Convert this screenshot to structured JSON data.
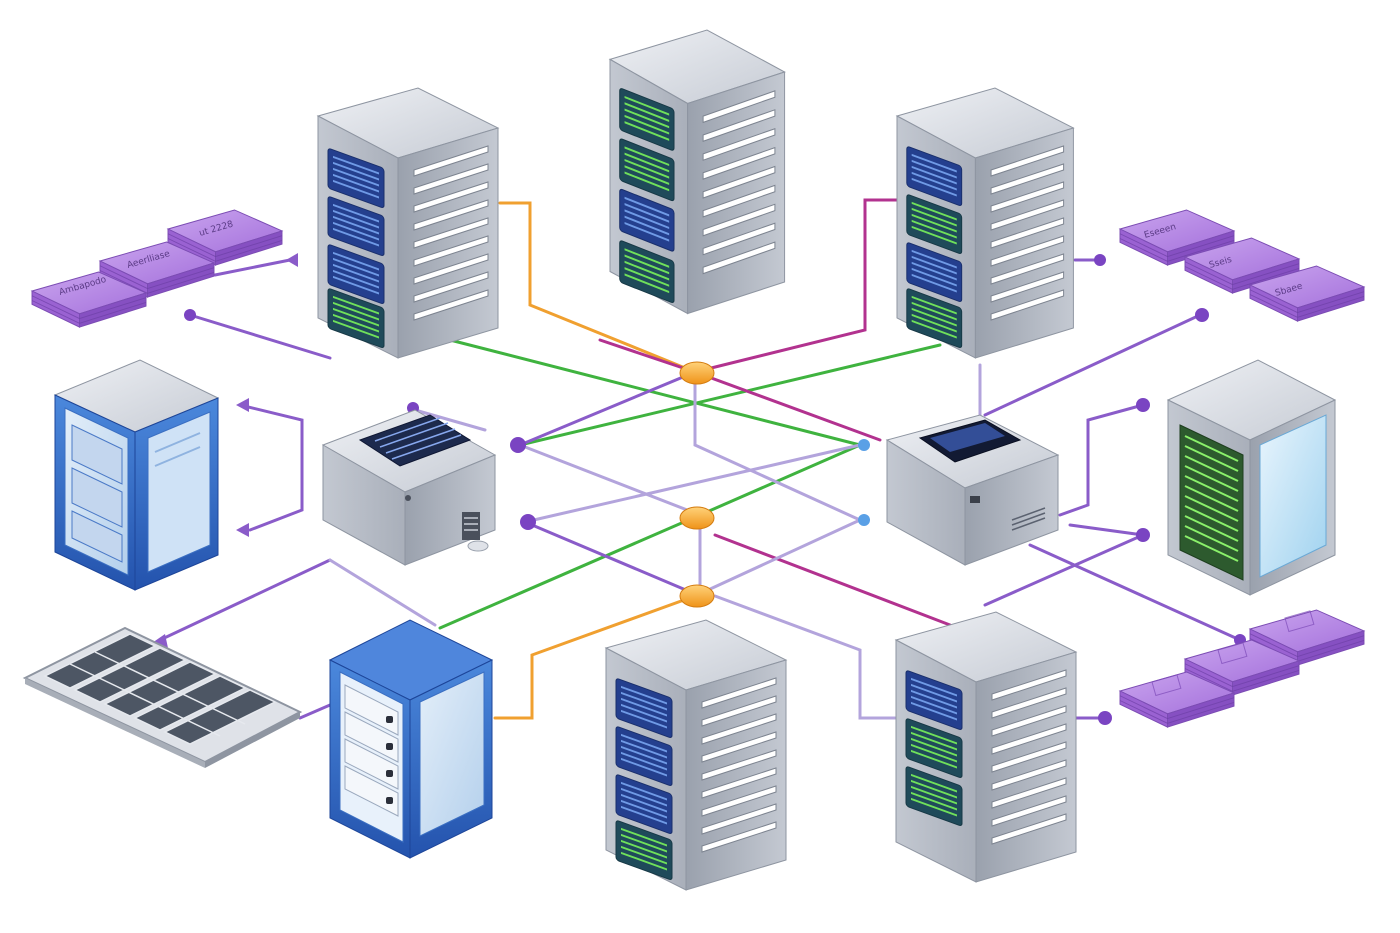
{
  "diagram": {
    "colors": {
      "background": "#ffffff",
      "link_green": "#3fb33f",
      "link_purple": "#8a5cc9",
      "link_lavender": "#b3a4dc",
      "link_orange": "#f0a030",
      "link_magenta": "#b2328f",
      "hub_orange": "#f6a628",
      "node_purple": "#7a44c2",
      "node_blue": "#5aa0e6",
      "server_body": "#b8bec9",
      "blue_cabinet": "#2a62c4",
      "storage_chip": "#b07ee2"
    },
    "nodes": [
      {
        "id": "server-top-left",
        "icon": "server-rack-icon"
      },
      {
        "id": "server-top-center",
        "icon": "server-rack-icon"
      },
      {
        "id": "server-top-right",
        "icon": "server-rack-icon"
      },
      {
        "id": "server-bottom-center",
        "icon": "server-rack-icon"
      },
      {
        "id": "server-bottom-right",
        "icon": "server-rack-icon"
      },
      {
        "id": "cabinet-left",
        "icon": "blue-cabinet-icon"
      },
      {
        "id": "cabinet-bottom-left",
        "icon": "blue-cabinet-icon"
      },
      {
        "id": "appliance-left",
        "icon": "network-appliance-icon"
      },
      {
        "id": "appliance-right",
        "icon": "network-appliance-icon"
      },
      {
        "id": "gpu-unit-right",
        "icon": "gpu-server-icon"
      },
      {
        "id": "solar-panel",
        "icon": "solar-panel-icon"
      },
      {
        "id": "storage-top-left",
        "icon": "storage-chip-stack-icon"
      },
      {
        "id": "storage-top-right",
        "icon": "storage-chip-stack-icon"
      },
      {
        "id": "storage-bottom-right",
        "icon": "storage-chip-stack-icon"
      },
      {
        "id": "hubs",
        "icon": "hub-node-icon"
      }
    ],
    "chip_labels": {
      "top_left": [
        "Ambapodo",
        "Aeerlliase",
        "ut 2228"
      ],
      "top_right": [
        "Eseeen",
        "Sseis",
        "Sbaee"
      ]
    }
  }
}
